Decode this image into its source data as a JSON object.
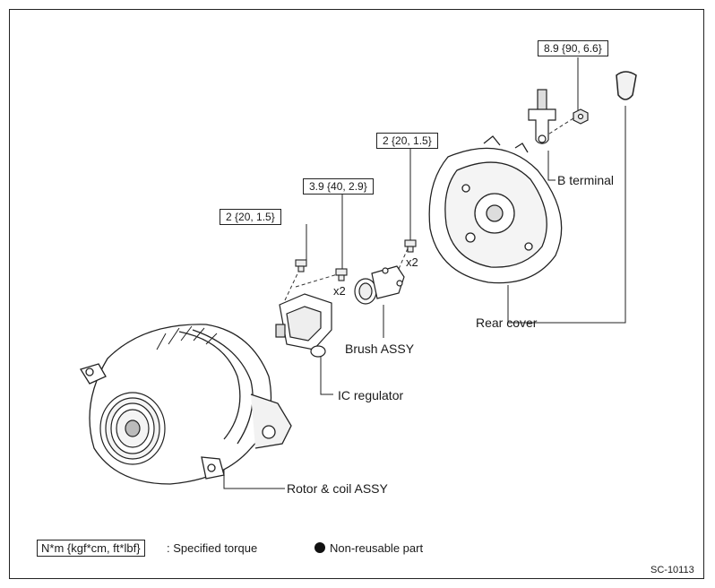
{
  "torque_specs": {
    "b_terminal_nut": "8.9 {90, 6.6}",
    "brush_screw": "2 {20, 1.5}",
    "regulator_screw": "3.9 {40, 2.9}",
    "regulator_side_screw": "2 {20, 1.5}"
  },
  "quantities": {
    "brush_screws": "x2",
    "regulator_screws": "x2"
  },
  "parts": {
    "b_terminal": "B terminal",
    "rear_cover": "Rear cover",
    "brush_assy": "Brush ASSY",
    "ic_regulator": "IC regulator",
    "rotor_coil": "Rotor & coil ASSY"
  },
  "legend": {
    "torque_unit": "N*m {kgf*cm, ft*lbf}",
    "torque_text": ": Specified torque",
    "non_reusable_text": "Non-reusable part"
  },
  "figure_code": "SC-10113"
}
